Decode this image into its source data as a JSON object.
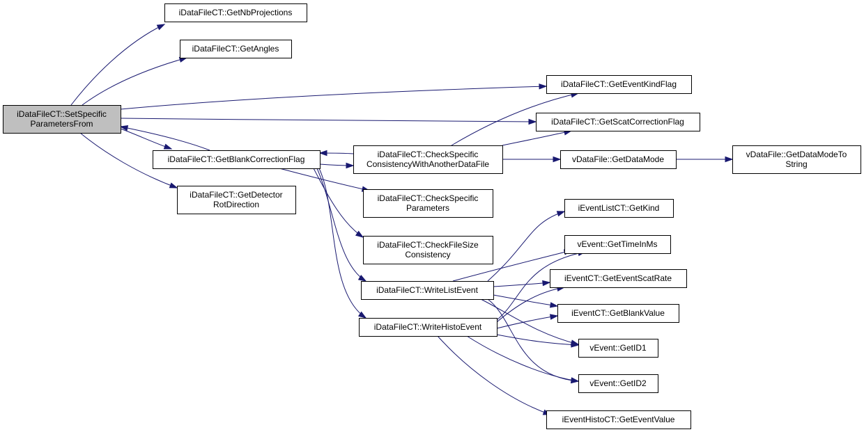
{
  "nodes": [
    {
      "id": "setSpecific",
      "lines": [
        "iDataFileCT::SetSpecific",
        "ParametersFrom"
      ],
      "root": true
    },
    {
      "id": "getNbProjections",
      "lines": [
        "iDataFileCT::GetNbProjections"
      ]
    },
    {
      "id": "getAngles",
      "lines": [
        "iDataFileCT::GetAngles"
      ]
    },
    {
      "id": "getEventKindFlag",
      "lines": [
        "iDataFileCT::GetEventKindFlag"
      ]
    },
    {
      "id": "getScatCorrectionFlag",
      "lines": [
        "iDataFileCT::GetScatCorrectionFlag"
      ]
    },
    {
      "id": "getBlankCorrectionFlag",
      "lines": [
        "iDataFileCT::GetBlankCorrectionFlag"
      ]
    },
    {
      "id": "checkSpecificConsistency",
      "lines": [
        "iDataFileCT::CheckSpecific",
        "ConsistencyWithAnotherDataFile"
      ]
    },
    {
      "id": "getDataMode",
      "lines": [
        "vDataFile::GetDataMode"
      ]
    },
    {
      "id": "getDataModeToString",
      "lines": [
        "vDataFile::GetDataModeTo",
        "String"
      ]
    },
    {
      "id": "getDetectorRotDirection",
      "lines": [
        "iDataFileCT::GetDetector",
        "RotDirection"
      ]
    },
    {
      "id": "checkSpecificParameters",
      "lines": [
        "iDataFileCT::CheckSpecific",
        "Parameters"
      ]
    },
    {
      "id": "checkFileSizeConsistency",
      "lines": [
        "iDataFileCT::CheckFileSize",
        "Consistency"
      ]
    },
    {
      "id": "getKind",
      "lines": [
        "iEventListCT::GetKind"
      ]
    },
    {
      "id": "getTimeInMs",
      "lines": [
        "vEvent::GetTimeInMs"
      ]
    },
    {
      "id": "writeListEvent",
      "lines": [
        "iDataFileCT::WriteListEvent"
      ]
    },
    {
      "id": "getEventScatRate",
      "lines": [
        "iEventCT::GetEventScatRate"
      ]
    },
    {
      "id": "getBlankValue",
      "lines": [
        "iEventCT::GetBlankValue"
      ]
    },
    {
      "id": "writeHistoEvent",
      "lines": [
        "iDataFileCT::WriteHistoEvent"
      ]
    },
    {
      "id": "getID1",
      "lines": [
        "vEvent::GetID1"
      ]
    },
    {
      "id": "getID2",
      "lines": [
        "vEvent::GetID2"
      ]
    },
    {
      "id": "getEventValue",
      "lines": [
        "iEventHistoCT::GetEventValue"
      ]
    }
  ],
  "edges": [
    [
      "setSpecific",
      "getNbProjections"
    ],
    [
      "setSpecific",
      "getAngles"
    ],
    [
      "setSpecific",
      "getEventKindFlag"
    ],
    [
      "setSpecific",
      "getScatCorrectionFlag"
    ],
    [
      "setSpecific",
      "getBlankCorrectionFlag"
    ],
    [
      "getBlankCorrectionFlag",
      "setSpecific"
    ],
    [
      "setSpecific",
      "getDetectorRotDirection"
    ],
    [
      "getBlankCorrectionFlag",
      "checkSpecificConsistency"
    ],
    [
      "checkSpecificConsistency",
      "getBlankCorrectionFlag"
    ],
    [
      "checkSpecificConsistency",
      "getEventKindFlag"
    ],
    [
      "checkSpecificConsistency",
      "getScatCorrectionFlag"
    ],
    [
      "checkSpecificConsistency",
      "getDataMode"
    ],
    [
      "getDataMode",
      "getDataModeToString"
    ],
    [
      "getBlankCorrectionFlag",
      "checkSpecificParameters"
    ],
    [
      "getBlankCorrectionFlag",
      "checkFileSizeConsistency"
    ],
    [
      "getBlankCorrectionFlag",
      "writeListEvent"
    ],
    [
      "getBlankCorrectionFlag",
      "writeHistoEvent"
    ],
    [
      "writeListEvent",
      "getKind"
    ],
    [
      "writeListEvent",
      "getTimeInMs"
    ],
    [
      "writeListEvent",
      "getEventScatRate"
    ],
    [
      "writeListEvent",
      "getBlankValue"
    ],
    [
      "writeListEvent",
      "getID1"
    ],
    [
      "writeListEvent",
      "getID2"
    ],
    [
      "writeHistoEvent",
      "getTimeInMs"
    ],
    [
      "writeHistoEvent",
      "getEventScatRate"
    ],
    [
      "writeHistoEvent",
      "getBlankValue"
    ],
    [
      "writeHistoEvent",
      "getID1"
    ],
    [
      "writeHistoEvent",
      "getID2"
    ],
    [
      "writeHistoEvent",
      "getEventValue"
    ]
  ],
  "colors": {
    "edge": "#191970",
    "node_fill": "#ffffff",
    "root_fill": "#bfbfbf",
    "node_border": "#000000"
  }
}
